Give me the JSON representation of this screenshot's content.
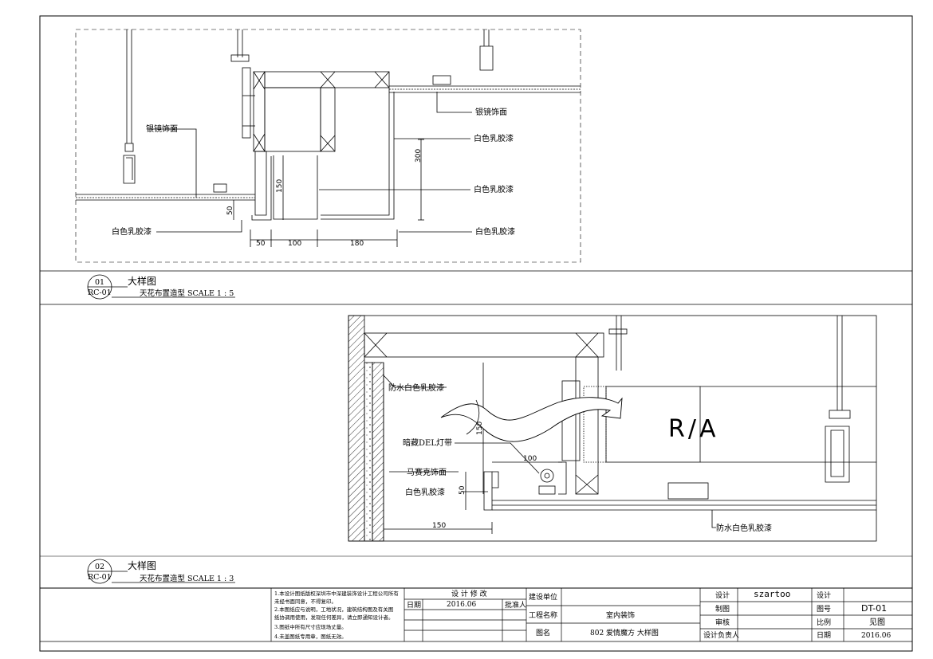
{
  "detail1": {
    "labels": {
      "silver_mirror_left": "银镜饰面",
      "silver_mirror_right": "银镜饰面",
      "white_latex_1": "白色乳胶漆",
      "white_latex_2": "白色乳胶漆",
      "white_latex_3": "白色乳胶漆",
      "white_latex_left": "白色乳胶漆"
    },
    "dims": {
      "d300": "300",
      "d150": "150",
      "d50": "50",
      "b50": "50",
      "b100": "100",
      "b180": "180"
    },
    "number": "01",
    "ref": "RC-01",
    "title": "大样图",
    "subtitle": "天花布置造型  SCALE 1 : 5"
  },
  "detail2": {
    "labels": {
      "waterproof_latex": "防水白色乳胶漆",
      "hidden_led": "暗藏DEL灯带",
      "mosaic": "马赛克饰面",
      "white_latex": "白色乳胶漆",
      "waterproof_latex_bottom": "防水白色乳胶漆",
      "ra": "R/A"
    },
    "dims": {
      "d150": "150",
      "d100": "100",
      "d50": "50",
      "b150": "150"
    },
    "number": "02",
    "ref": "RC-01",
    "title": "大样图",
    "subtitle": "天花布置造型  SCALE 1 : 3"
  },
  "title_block": {
    "notes": [
      "1.本设计图纸版权深圳市中深建装饰设计工程公司所有",
      "未经书面同意，不得复印。",
      "2.本图纸应与说明，工地状况，建筑结构图及有关图",
      "纸协调用使用，发现任何差异，请立即通知设计者。",
      "3.图纸中所有尺寸应现场丈量。",
      "4.未盖图纸专用章，图纸无效。"
    ],
    "revision_header": "设 计 修 改",
    "date_label": "日期",
    "date_value": "2016.06",
    "approver_label": "批准人",
    "client_label": "建设单位",
    "project_label": "工程名称",
    "project_value": "室内装饰",
    "drawing_label": "图名",
    "drawing_value": "802 爱情魔方 大样图",
    "design_label": "设计",
    "draft_label": "制图",
    "review_label": "审核",
    "lead_label": "设计负责人",
    "designer_value": "szartoo",
    "design2_label": "设计",
    "drawing_no_label": "图号",
    "drawing_no_value": "DT-01",
    "scale_label": "比例",
    "scale_value": "见图",
    "date2_label": "日期",
    "date2_value": "2016.06"
  }
}
